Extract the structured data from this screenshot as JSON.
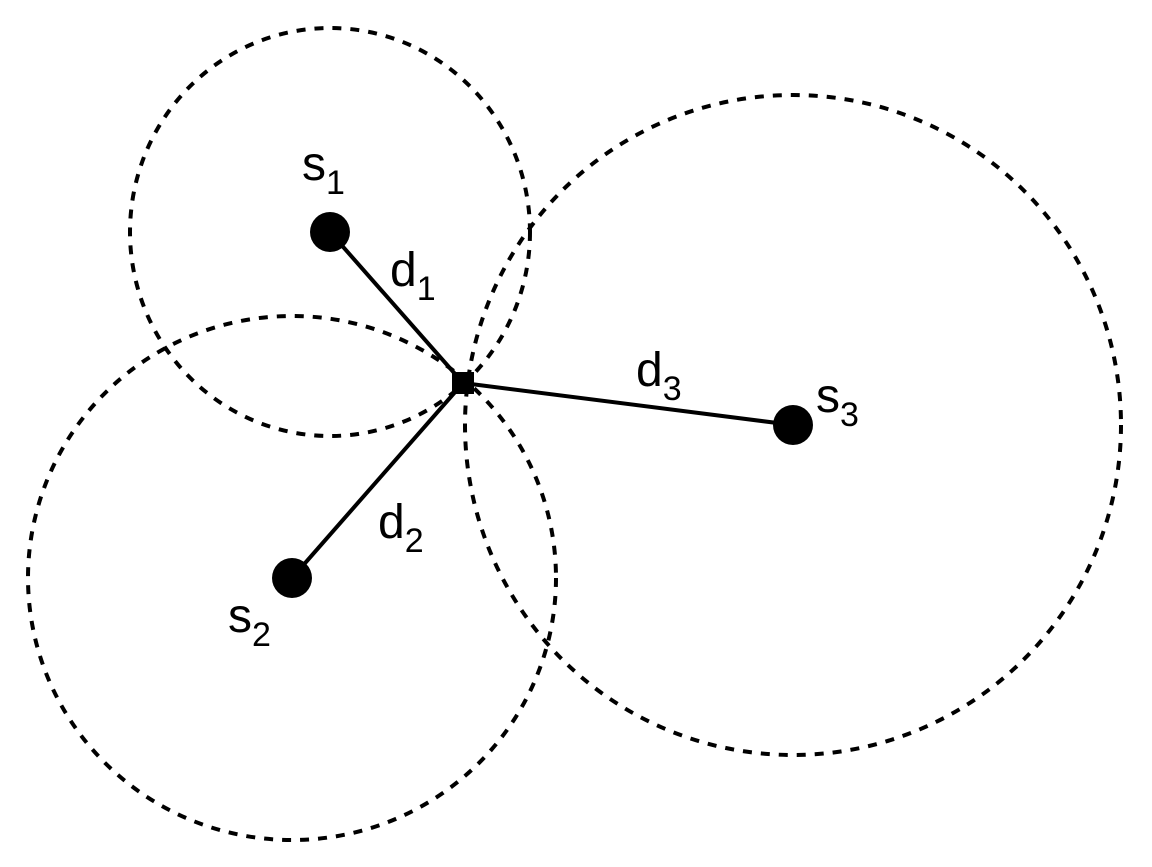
{
  "diagram": {
    "target": {
      "name": "estimated-position"
    },
    "sensors": [
      {
        "id": "s1",
        "base": "s",
        "sub": "1",
        "distance": {
          "base": "d",
          "sub": "1"
        }
      },
      {
        "id": "s2",
        "base": "s",
        "sub": "2",
        "distance": {
          "base": "d",
          "sub": "2"
        }
      },
      {
        "id": "s3",
        "base": "s",
        "sub": "3",
        "distance": {
          "base": "d",
          "sub": "3"
        }
      }
    ],
    "colors": {
      "ink": "#000000",
      "background": "#ffffff"
    }
  }
}
